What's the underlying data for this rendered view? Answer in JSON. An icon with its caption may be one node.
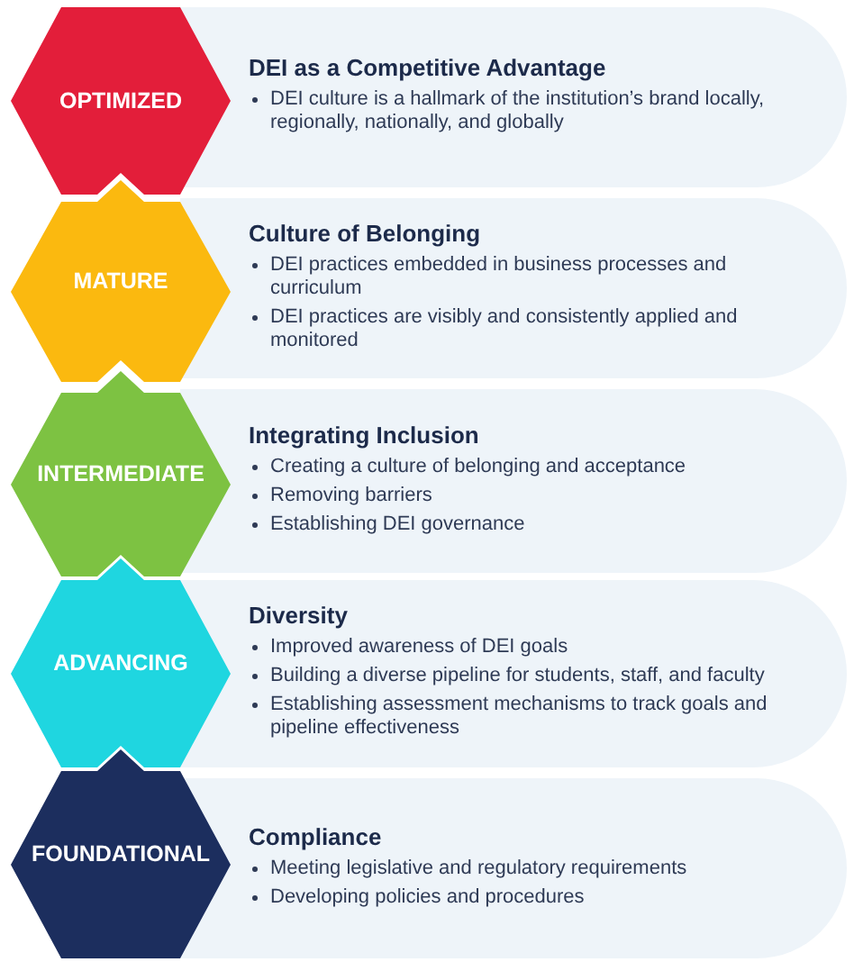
{
  "diagram": {
    "nodes": [
      {
        "text": [
          "OPTIMIZED"
        ]
      },
      {
        "text": [
          "DEI as a Competitive Advantage",
          "DEI culture is a hallmark of the institution’s brand locally, regionally, nationally, and globally"
        ]
      },
      {
        "text": [
          "MATURE"
        ]
      },
      {
        "text": [
          "Culture of Belonging",
          "DEI practices embedded in business processes and curriculum",
          "DEI practices are visibly and consistently applied and monitored"
        ]
      },
      {
        "text": [
          "INTERMEDIATE"
        ]
      },
      {
        "text": [
          "Integrating Inclusion",
          "Creating a culture of belonging and acceptance",
          "Removing barriers",
          "Establishing DEI governance"
        ]
      },
      {
        "text": [
          "ADVANCING"
        ]
      },
      {
        "text": [
          "Diversity",
          "Improved awareness of DEI goals",
          "Building a diverse pipeline for students, staff, and faculty",
          "Establishing assessment mechanisms to track goals and pipeline effectiveness"
        ]
      },
      {
        "text": [
          "FOUNDATIONAL"
        ]
      },
      {
        "text": [
          "Compliance",
          "Meeting legislative and regulatory requirements",
          "Developing policies and procedures"
        ]
      }
    ],
    "edges": []
  }
}
